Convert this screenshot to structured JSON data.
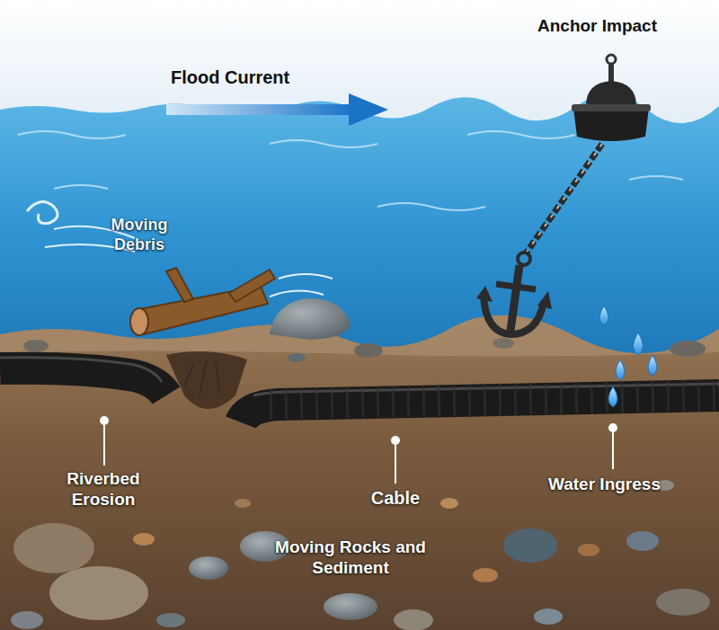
{
  "diagram": {
    "labels": [
      "Flood Current",
      "Anchor Impact",
      "Moving Debris",
      "Riverbed Erosion",
      "Cable",
      "Water Ingress",
      "Moving Rocks and Sediment"
    ]
  }
}
